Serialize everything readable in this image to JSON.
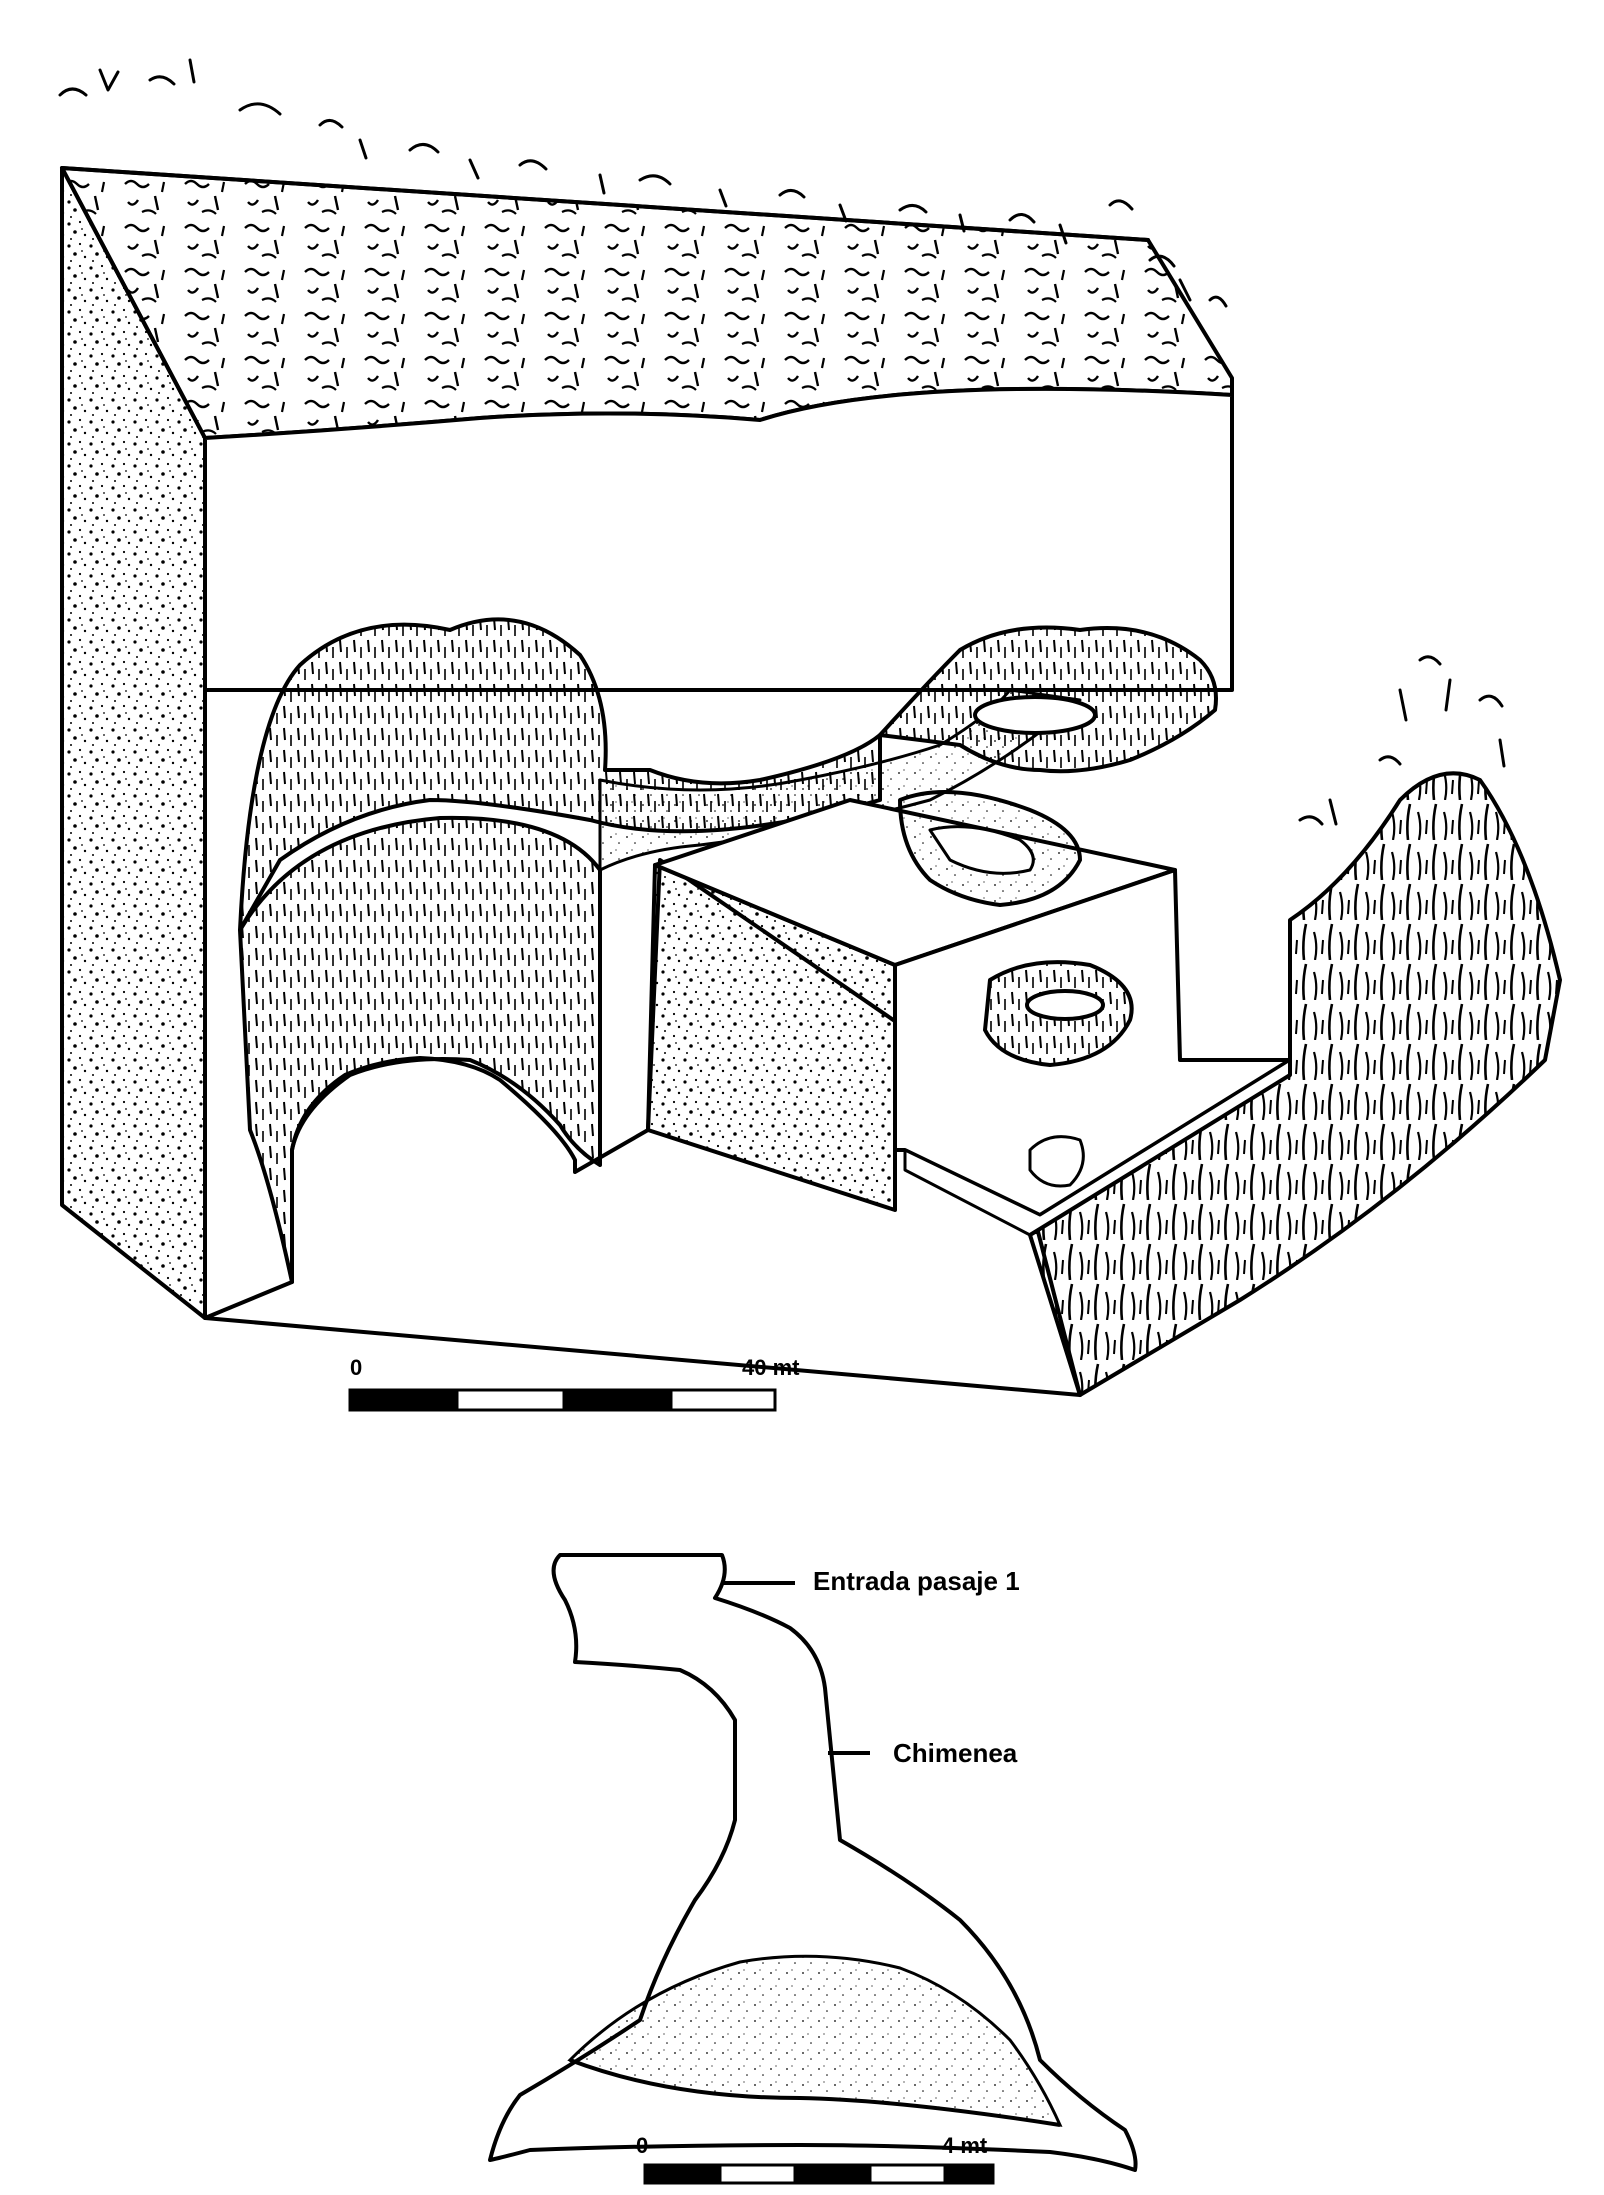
{
  "block_diagram": {
    "scale": {
      "start_label": "0",
      "end_label": "40 mt",
      "segments": 4
    }
  },
  "cave_section": {
    "labels": {
      "entrance": "Entrada pasaje 1",
      "chimney": "Chimenea"
    },
    "scale": {
      "start_label": "0",
      "end_label": "4 mt",
      "segments": 5
    }
  },
  "colors": {
    "ink": "#000000",
    "paper": "#ffffff"
  }
}
